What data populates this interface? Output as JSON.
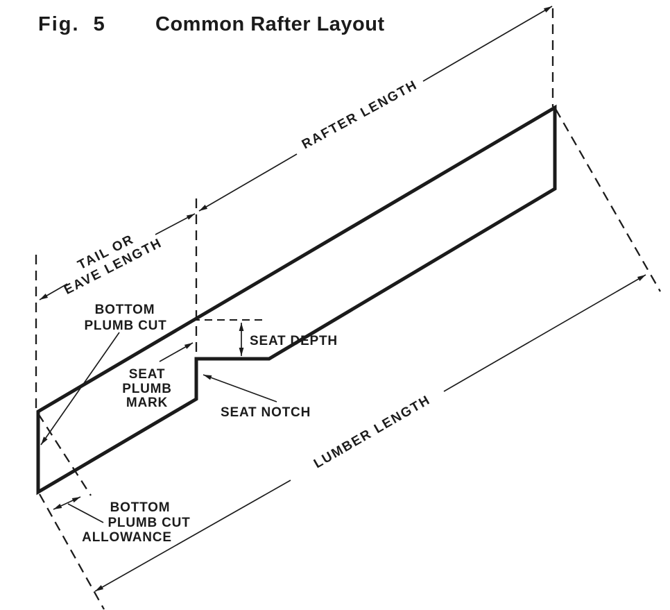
{
  "title": {
    "fig_no": "Fig. 5",
    "text": "Common Rafter Layout"
  },
  "labels": {
    "rafter_length": "RAFTER LENGTH",
    "tail_eave": [
      "TAIL OR",
      "EAVE LENGTH"
    ],
    "bottom_plumb_cut": [
      "BOTTOM",
      "PLUMB CUT"
    ],
    "seat_depth": "SEAT DEPTH",
    "seat_plumb_mark": [
      "SEAT",
      "PLUMB",
      "MARK"
    ],
    "seat_notch": "SEAT NOTCH",
    "lumber_length": "LUMBER LENGTH",
    "bottom_plumb_cut_allowance": [
      "BOTTOM",
      "PLUMB CUT",
      "ALLOWANCE"
    ]
  },
  "colors": {
    "ink": "#1b1b1b",
    "paper": "#ffffff"
  }
}
